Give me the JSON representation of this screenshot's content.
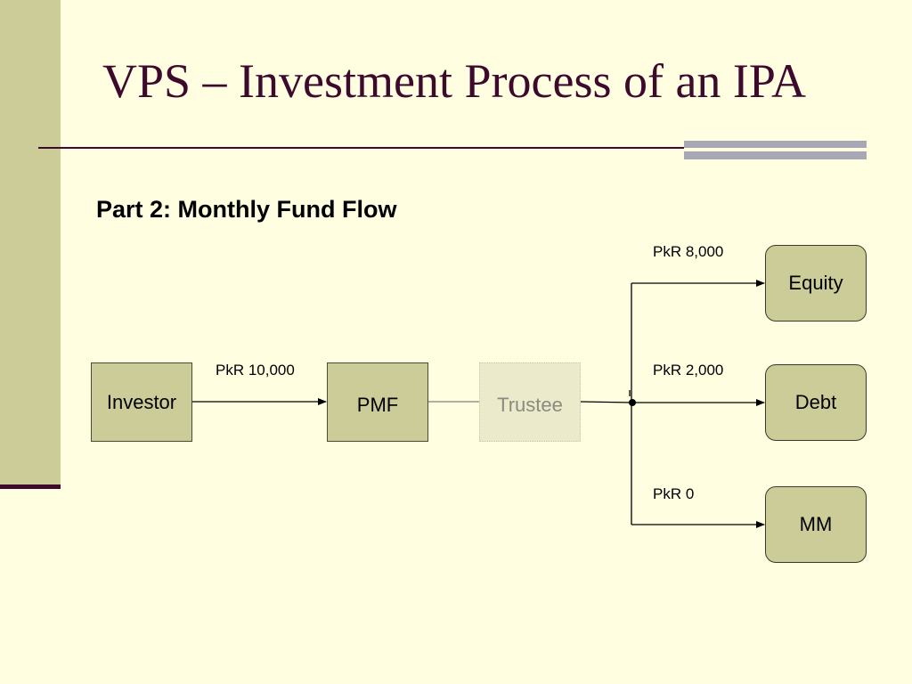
{
  "slide": {
    "title": "VPS – Investment Process of an IPA",
    "subtitle": "Part 2: Monthly Fund Flow"
  },
  "diagram": {
    "nodes": {
      "investor": "Investor",
      "pmf": "PMF",
      "trustee": "Trustee",
      "equity": "Equity",
      "debt": "Debt",
      "mm": "MM"
    },
    "flow_labels": {
      "investor_to_pmf": "PkR 10,000",
      "to_equity": "PkR 8,000",
      "to_debt": "PkR 2,000",
      "to_mm": "PkR 0"
    }
  },
  "colors": {
    "background": "#FFFEE0",
    "box_fill": "#CCCC99",
    "title_text": "#3D0A2E",
    "accent_bar": "#A8A8B4"
  }
}
